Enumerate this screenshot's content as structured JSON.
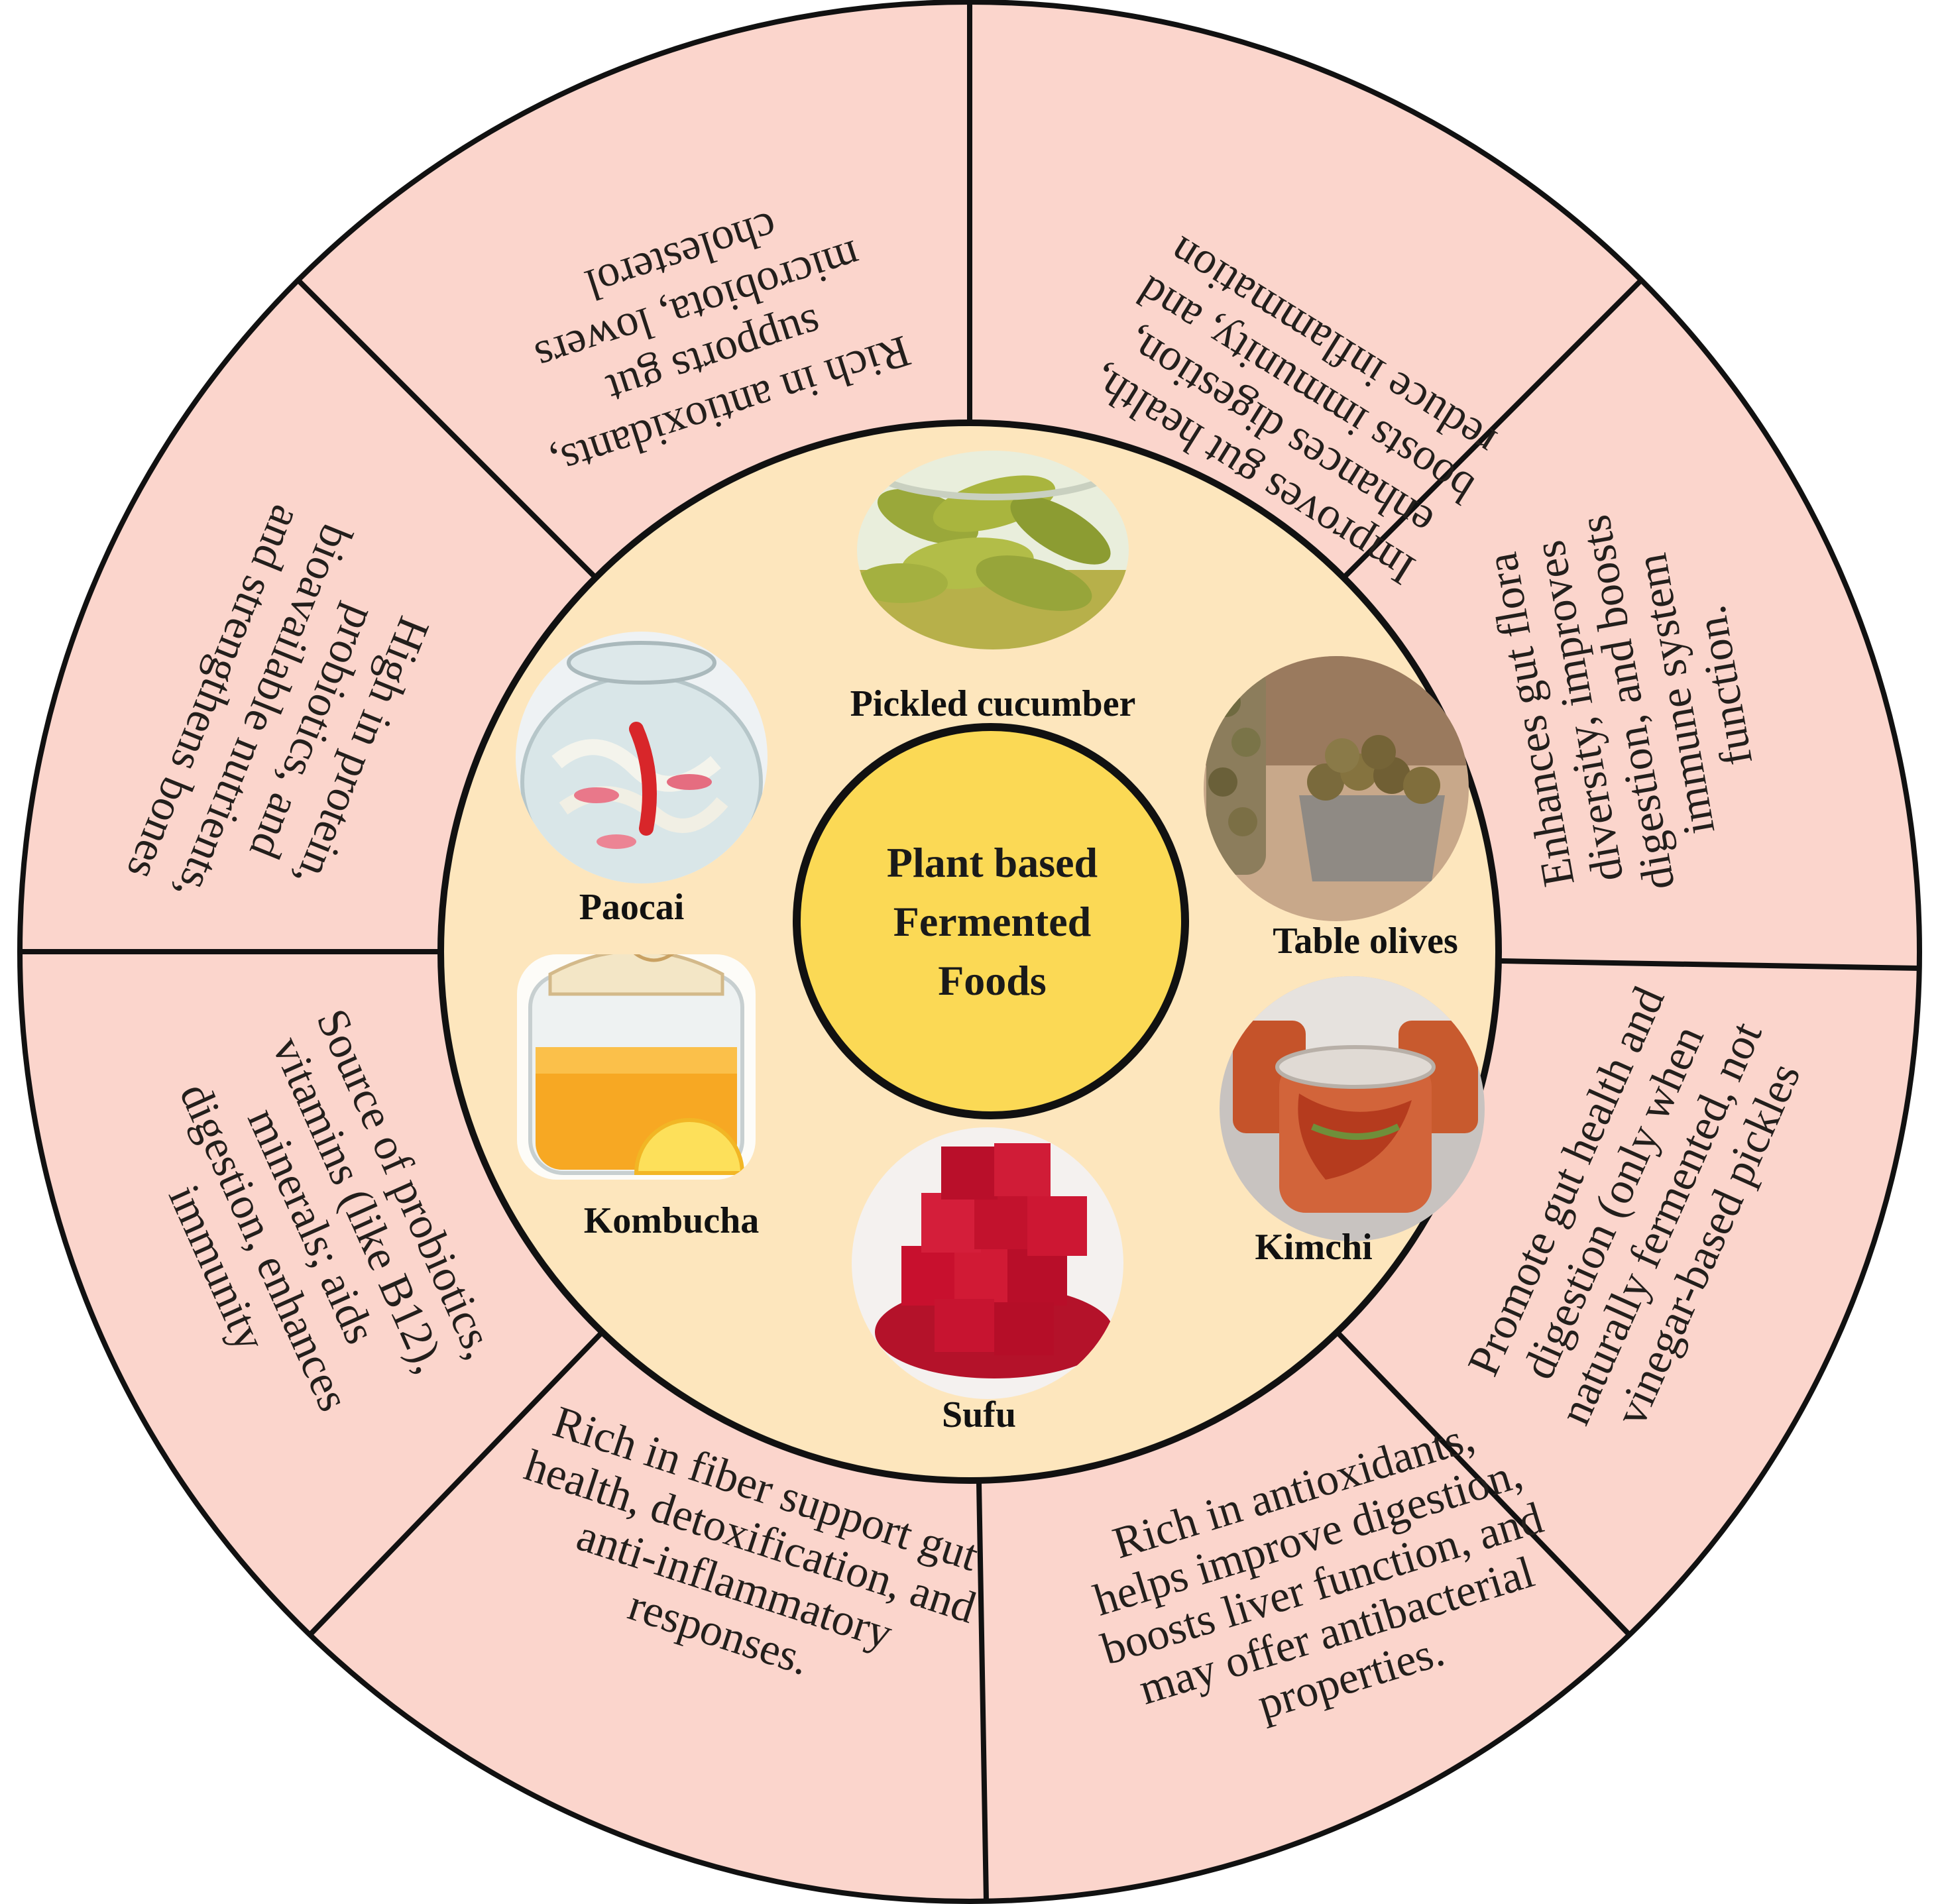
{
  "center": {
    "lines": [
      "Plant based",
      "Fermented",
      "Foods"
    ]
  },
  "foods": [
    {
      "label": "Pickled cucumber",
      "icon": "pickled-cucumber-photo"
    },
    {
      "label": "Table olives",
      "icon": "table-olives-photo"
    },
    {
      "label": "Kimchi",
      "icon": "kimchi-photo"
    },
    {
      "label": "Sufu",
      "icon": "sufu-photo"
    },
    {
      "label": "Kombucha",
      "icon": "kombucha-photo"
    },
    {
      "label": "Paocai",
      "icon": "paocai-photo"
    }
  ],
  "benefits": [
    {
      "lines": [
        "Improves gut health,",
        "enhances digestion,",
        "boosts immunity, and",
        "reduce inflammation"
      ]
    },
    {
      "lines": [
        "Enhances gut flora",
        "diversity, improves",
        "digestion, and boosts",
        "immune system",
        "function."
      ]
    },
    {
      "lines": [
        "Promote gut health and",
        "digestion (only when",
        "naturally fermented, not",
        "vinegar-based pickles"
      ]
    },
    {
      "lines": [
        "Rich in antioxidants,",
        "helps improve digestion,",
        "boosts liver function, and",
        "may offer antibacterial",
        "properties."
      ]
    },
    {
      "lines": [
        "Rich in fiber support gut",
        "health, detoxification, and",
        "anti-inflammatory",
        "responses."
      ]
    },
    {
      "lines": [
        "Source of probiotics,",
        "vitamins (like B12),",
        "minerals; aids",
        "digestion, enhances",
        "immunity"
      ]
    },
    {
      "lines": [
        "High in protein,",
        "probiotics, and",
        "bioavailable nutrients,",
        "and strengthens bones"
      ]
    },
    {
      "lines": [
        "Rich in antioxidants,",
        "supports gut",
        "microbiota, lowers",
        "cholesterol"
      ]
    }
  ],
  "colors": {
    "outer_ring": "#fbd5cc",
    "inner_disc": "#fde6bd",
    "center_disc": "#fbd955",
    "stroke": "#111111"
  }
}
